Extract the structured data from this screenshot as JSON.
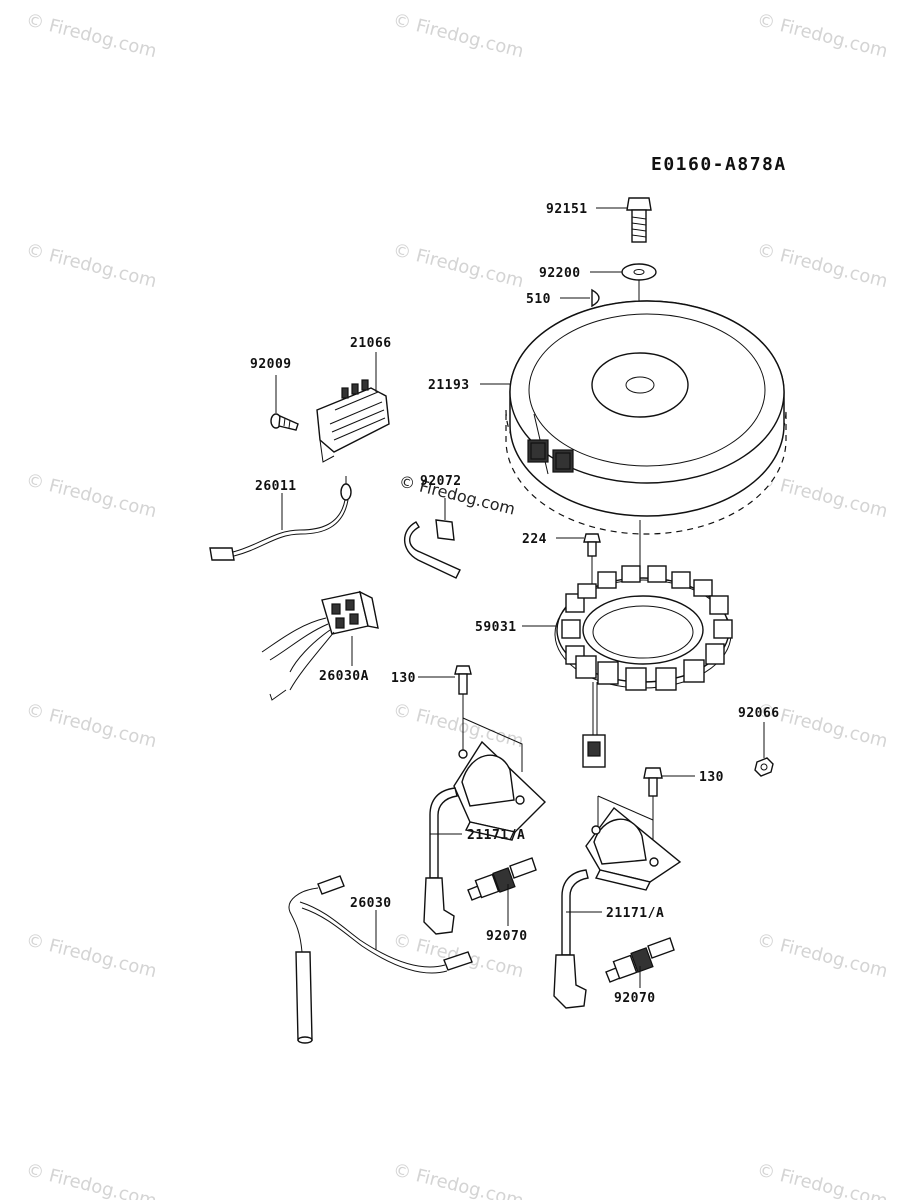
{
  "diagram": {
    "code": "E0160-A878A",
    "watermark": "© Firedog.com",
    "inline_watermark": "© Firedog.com",
    "parts": [
      {
        "id": "p-92151",
        "label": "92151",
        "item": "bolt"
      },
      {
        "id": "p-92200",
        "label": "92200",
        "item": "washer"
      },
      {
        "id": "p-510",
        "label": "510",
        "item": "key"
      },
      {
        "id": "p-21066",
        "label": "21066",
        "item": "regulator"
      },
      {
        "id": "p-92009",
        "label": "92009",
        "item": "screw"
      },
      {
        "id": "p-21193",
        "label": "21193",
        "item": "flywheel"
      },
      {
        "id": "p-26011",
        "label": "26011",
        "item": "lead-wire"
      },
      {
        "id": "p-92072",
        "label": "92072",
        "item": "band"
      },
      {
        "id": "p-224",
        "label": "224",
        "item": "bolt"
      },
      {
        "id": "p-59031",
        "label": "59031",
        "item": "stator"
      },
      {
        "id": "p-26030A",
        "label": "26030A",
        "item": "harness-connector"
      },
      {
        "id": "p-130-a",
        "label": "130",
        "item": "bolt"
      },
      {
        "id": "p-92066",
        "label": "92066",
        "item": "nut"
      },
      {
        "id": "p-130-b",
        "label": "130",
        "item": "bolt"
      },
      {
        "id": "p-21171-a",
        "label": "21171/A",
        "item": "ignition-coil"
      },
      {
        "id": "p-21171-b",
        "label": "21171/A",
        "item": "ignition-coil"
      },
      {
        "id": "p-92070-a",
        "label": "92070",
        "item": "spark-plug"
      },
      {
        "id": "p-92070-b",
        "label": "92070",
        "item": "spark-plug"
      },
      {
        "id": "p-26030",
        "label": "26030",
        "item": "wire-harness"
      }
    ]
  }
}
